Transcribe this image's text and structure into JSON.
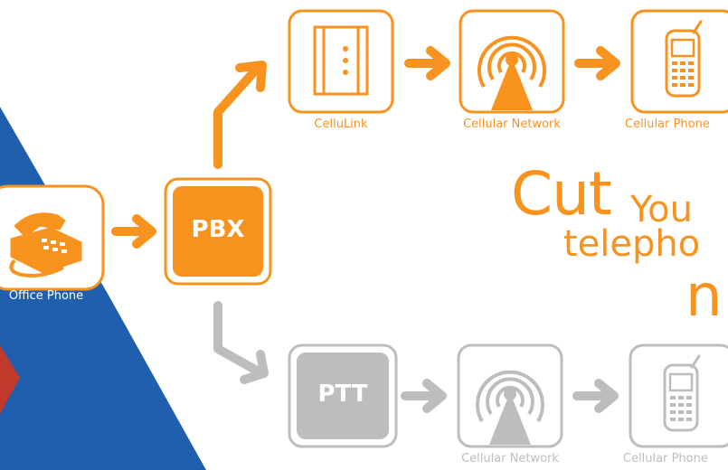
{
  "colors": {
    "orange": "#f7931e",
    "grey": "#bdbdbd",
    "blue": "#1f5fad",
    "red": "#c0392b"
  },
  "nodes": {
    "office_phone": {
      "label": "Office Phone",
      "icon": "desk-phone-icon"
    },
    "pbx": {
      "label": "PBX"
    },
    "ptt": {
      "label": "PTT"
    },
    "cellulink": {
      "label": "CelluLink",
      "icon": "cellulink-device-icon"
    },
    "cellular_network_top": {
      "label": "Cellular Network",
      "icon": "antenna-tower-icon"
    },
    "cellular_phone_top": {
      "label": "Cellular Phone",
      "icon": "cell-phone-icon"
    },
    "cellular_network_bottom": {
      "label": "Cellular Network",
      "icon": "antenna-tower-icon"
    },
    "cellular_phone_bottom": {
      "label": "Cellular Phone",
      "icon": "cell-phone-icon"
    }
  },
  "headline": {
    "word1": "Cut",
    "word2": "You",
    "line2": "telepho",
    "line3": "n"
  }
}
